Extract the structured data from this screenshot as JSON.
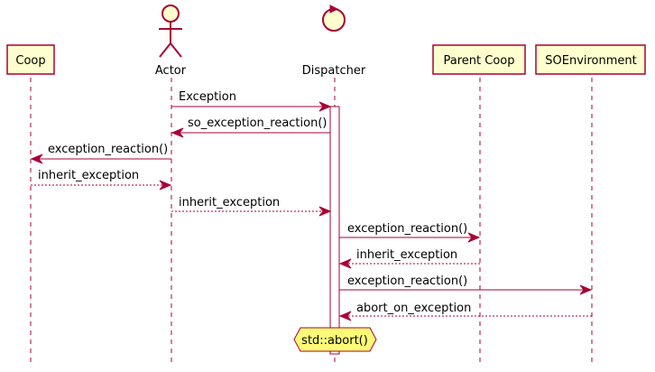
{
  "participants": {
    "coop": {
      "label": "Coop"
    },
    "actor": {
      "label": "Actor"
    },
    "dispatcher": {
      "label": "Dispatcher"
    },
    "parent_coop": {
      "label": "Parent Coop"
    },
    "soenvironment": {
      "label": "SOEnvironment"
    }
  },
  "messages": [
    {
      "label": "Exception",
      "from": "actor",
      "to": "dispatcher",
      "style": "solid"
    },
    {
      "label": "so_exception_reaction()",
      "from": "dispatcher",
      "to": "actor",
      "style": "solid"
    },
    {
      "label": "exception_reaction()",
      "from": "actor",
      "to": "coop",
      "style": "solid"
    },
    {
      "label": "inherit_exception",
      "from": "coop",
      "to": "actor",
      "style": "dashed"
    },
    {
      "label": "inherit_exception",
      "from": "actor",
      "to": "dispatcher",
      "style": "dashed"
    },
    {
      "label": "exception_reaction()",
      "from": "dispatcher",
      "to": "parent_coop",
      "style": "solid"
    },
    {
      "label": "inherit_exception",
      "from": "parent_coop",
      "to": "dispatcher",
      "style": "dashed"
    },
    {
      "label": "exception_reaction()",
      "from": "dispatcher",
      "to": "soenvironment",
      "style": "solid"
    },
    {
      "label": "abort_on_exception",
      "from": "soenvironment",
      "to": "dispatcher",
      "style": "dashed"
    }
  ],
  "note": {
    "label": "std::abort()"
  },
  "colors": {
    "line": "#A80036",
    "participant_fill": "#FEFECE",
    "note_fill": "#FBFB77"
  },
  "icons": {
    "actor": "stick-figure-icon",
    "dispatcher": "control-circle-icon"
  }
}
